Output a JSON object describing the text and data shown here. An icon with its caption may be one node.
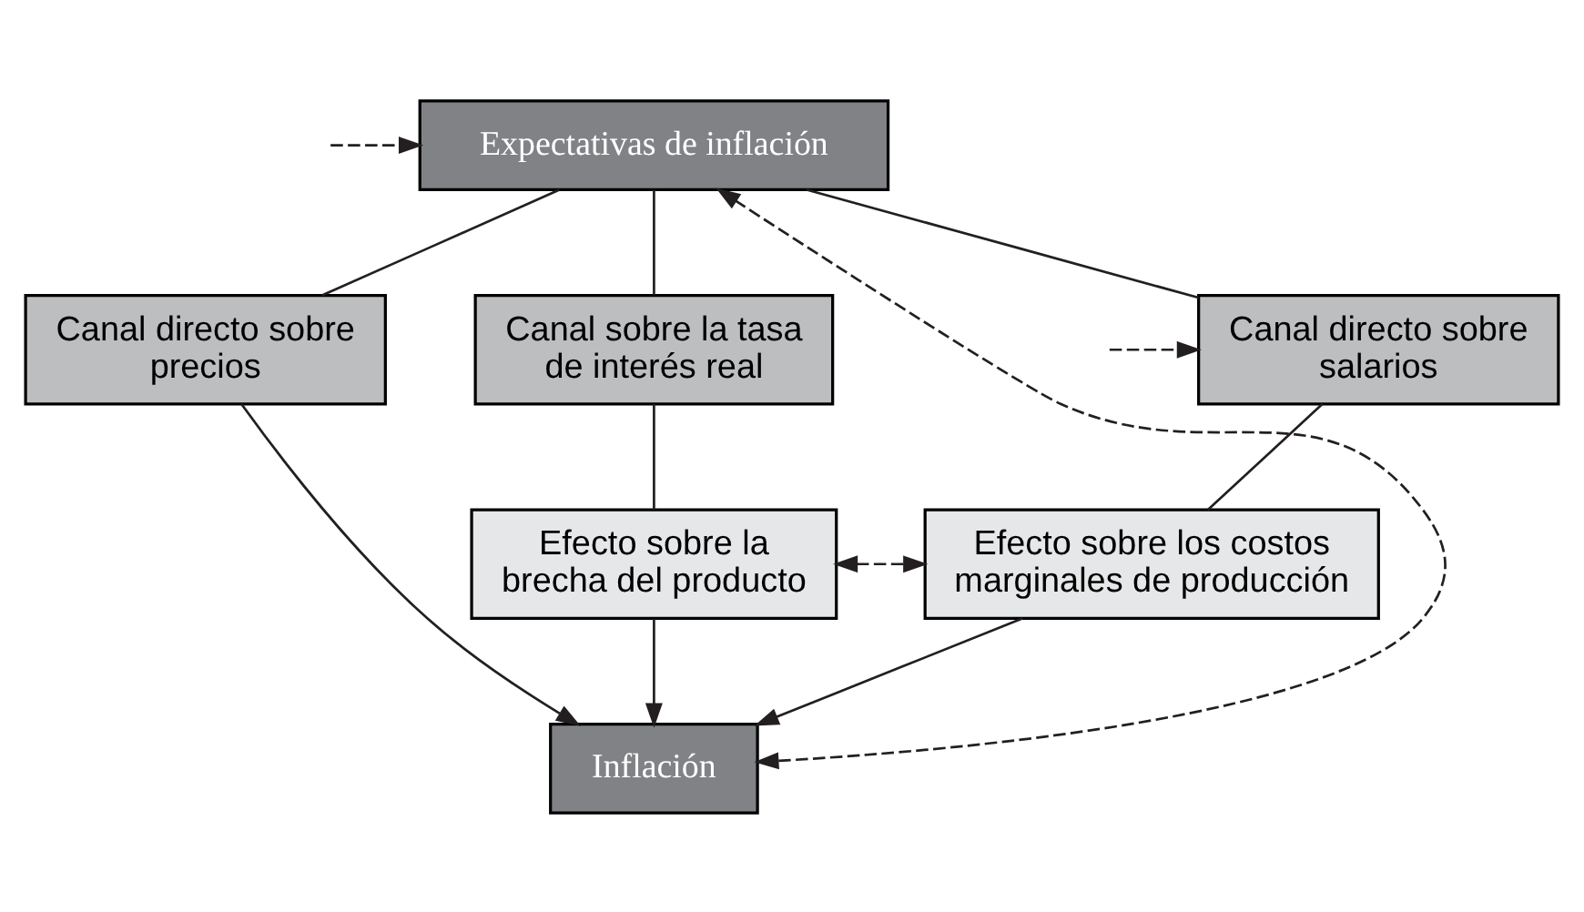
{
  "diagram": {
    "nodes": [
      {
        "text": [
          "Expectativas de inflación"
        ]
      },
      {
        "text": [
          "Canal directo sobre precios"
        ]
      },
      {
        "text": [
          "Canal sobre la tasa de interés real"
        ]
      },
      {
        "text": [
          "Canal directo sobre salarios"
        ]
      },
      {
        "text": [
          "Efecto sobre la brecha del producto"
        ]
      },
      {
        "text": [
          "Efecto sobre los costos marginales de producción"
        ]
      },
      {
        "text": [
          "Inflación"
        ]
      }
    ],
    "edges": [
      {
        "from": 0,
        "to": 1,
        "arrow": "none"
      },
      {
        "from": 0,
        "to": 2,
        "arrow": "none"
      },
      {
        "from": 0,
        "to": 3,
        "arrow": "none"
      },
      {
        "from": 2,
        "to": 4,
        "arrow": "none"
      },
      {
        "from": 3,
        "to": 5,
        "arrow": "none"
      },
      {
        "from": 4,
        "to": 5,
        "arrow": "both",
        "style": "dashed"
      },
      {
        "from": 1,
        "to": 6,
        "arrow": "to"
      },
      {
        "from": 4,
        "to": 6,
        "arrow": "to"
      },
      {
        "from": 5,
        "to": 6,
        "arrow": "to"
      },
      {
        "from": 6,
        "to": 0,
        "arrow": "both",
        "style": "dashed"
      },
      {
        "from": null,
        "to": 0,
        "arrow": "to",
        "style": "dashed"
      },
      {
        "from": null,
        "to": 3,
        "arrow": "to",
        "style": "dashed"
      }
    ]
  }
}
